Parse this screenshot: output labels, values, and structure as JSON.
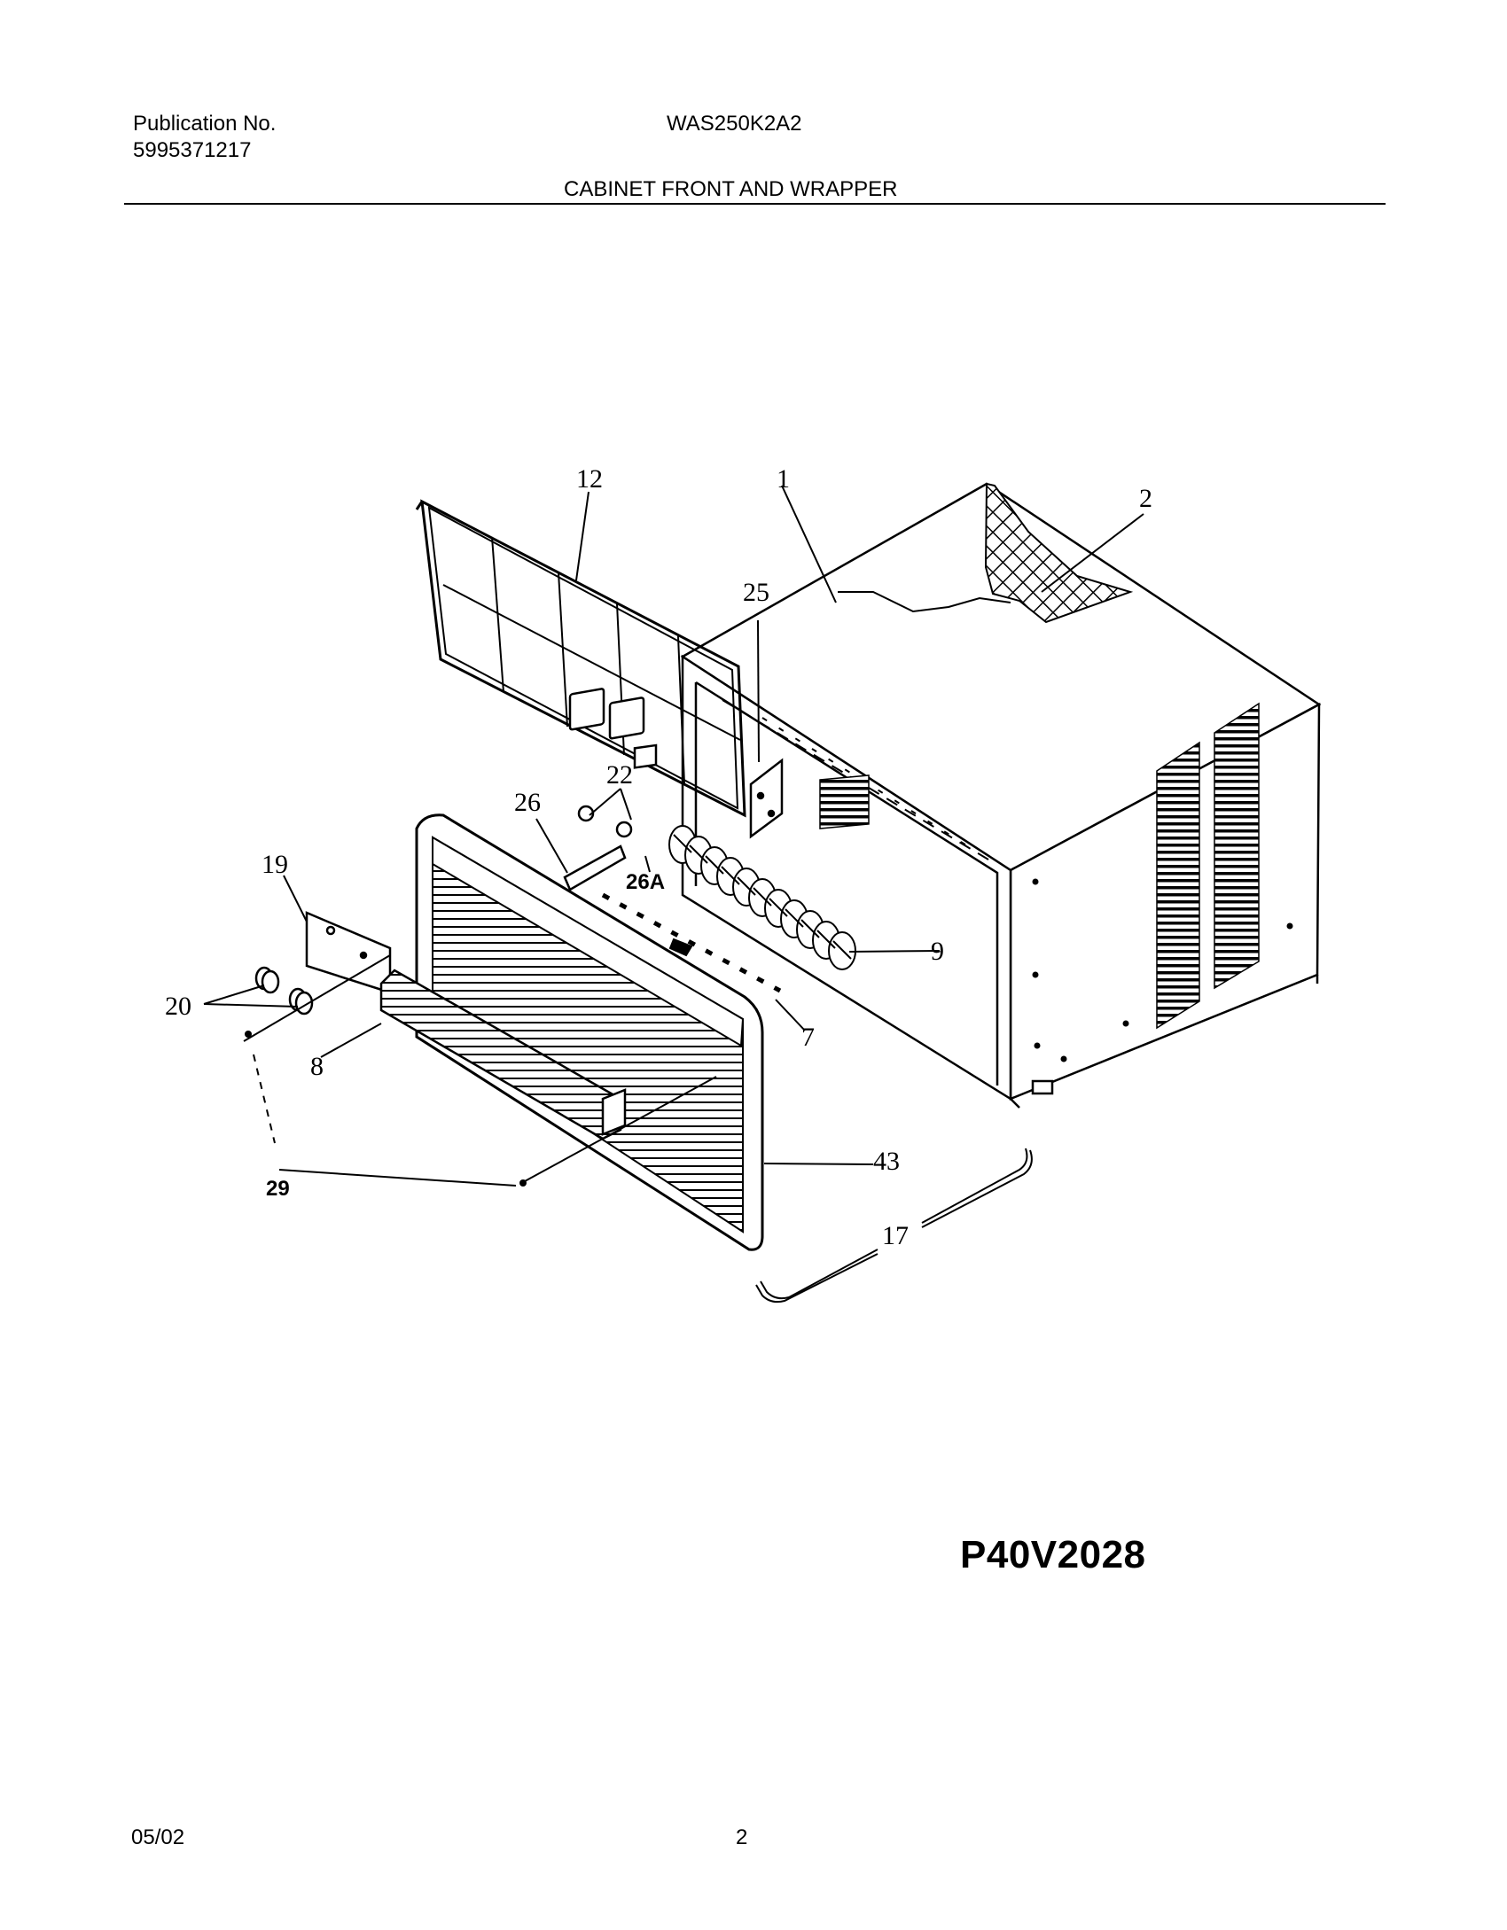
{
  "header": {
    "publication_label": "Publication No.",
    "publication_number": "5995371217",
    "model": "WAS250K2A2",
    "section_title": "CABINET FRONT AND WRAPPER"
  },
  "diagram": {
    "callouts": [
      "12",
      "1",
      "2",
      "25",
      "22",
      "26",
      "26A",
      "19",
      "9",
      "20",
      "7",
      "8",
      "43",
      "29",
      "17"
    ],
    "figure_code": "P40V2028"
  },
  "footer": {
    "date": "05/02",
    "page": "2"
  }
}
